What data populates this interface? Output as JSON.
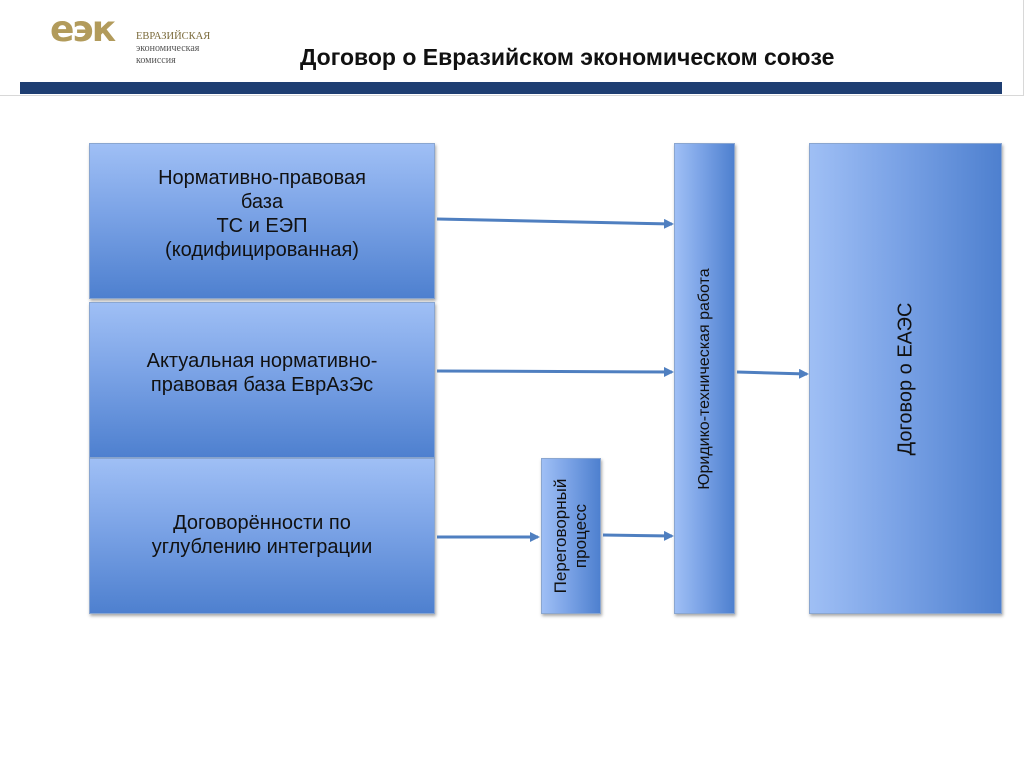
{
  "logo": {
    "mark": "еэк",
    "name_line1": "ЕВРАЗИЙСКАЯ",
    "name_line2": "экономическая",
    "name_line3": "комиссия"
  },
  "title": "Договор о Евразийском экономическом союзе",
  "colors": {
    "header_bar": "#1e3e72",
    "box_light": "#9fbff5",
    "box_dark": "#4e80cf",
    "arrow": "#4f7fc0",
    "logo_gold": "#b29b5b"
  },
  "boxes": {
    "normbase": {
      "line1": "Нормативно-правовая",
      "line2": "база",
      "line3": "ТС и ЕЭП",
      "line4": "(кодифицированная)"
    },
    "actual": {
      "line1": "Актуальная нормативно-",
      "line2": "правовая база ЕврАзЭс"
    },
    "agreements": {
      "line1": "Договорённости по",
      "line2": "углублению интеграции"
    },
    "negotiation": {
      "line1": "Переговорный",
      "line2": "процесс"
    },
    "legal": "Юридико-техническая работа",
    "treaty": "Договор о ЕАЭС"
  }
}
